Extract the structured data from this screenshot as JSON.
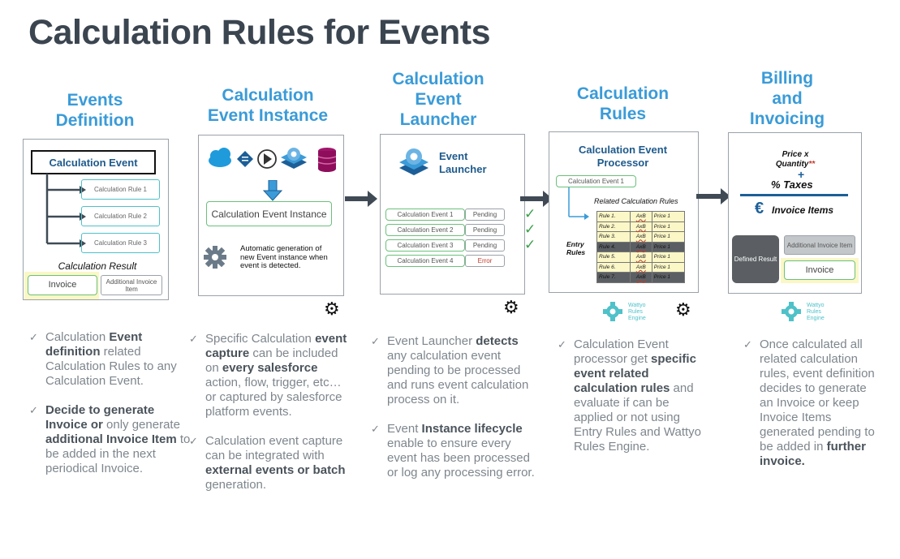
{
  "page": {
    "title": "Calculation Rules for Events"
  },
  "columns": [
    {
      "header": [
        "Events",
        "Definition"
      ]
    },
    {
      "header": [
        "Calculation",
        "Event Instance"
      ]
    },
    {
      "header": [
        "Calculation",
        "Event",
        "Launcher"
      ]
    },
    {
      "header": [
        "Calculation",
        "Rules"
      ]
    },
    {
      "header": [
        "Billing",
        "and",
        "Invoicing"
      ]
    }
  ],
  "col1": {
    "event_box": "Calculation Event",
    "rules": [
      "Calculation Rule 1",
      "Calculation Rule 2",
      "Calculation Rule 3"
    ],
    "result_label": "Calculation Result",
    "invoice": "Invoice",
    "additional": "Additional Invoice Item",
    "bullets": [
      [
        "Calculation ",
        "Event definition",
        " related Calculation Rules to any Calculation Event."
      ],
      [
        "",
        "Decide to generate Invoice or",
        " only generate ",
        "additional Invoice Item",
        " to be added in the next periodical Invoice."
      ]
    ]
  },
  "col2": {
    "instance_box": "Calculation Event Instance",
    "auto_text": "Automatic generation of new Event instance when event is detected.",
    "bullets": [
      [
        "Specific Calculation ",
        "event capture",
        " can be included on ",
        "every salesforce",
        " action, flow, trigger, etc… or captured by salesforce platform events."
      ],
      [
        "Calculation event capture can be integrated with ",
        "external events or batch",
        " generation."
      ]
    ]
  },
  "col3": {
    "launcher_title": "Event Launcher",
    "events": [
      {
        "name": "Calculation Event 1",
        "status": "Pending"
      },
      {
        "name": "Calculation Event 2",
        "status": "Pending"
      },
      {
        "name": "Calculation Event 3",
        "status": "Pending"
      },
      {
        "name": "Calculation Event 4",
        "status": "Error"
      }
    ],
    "bullets": [
      [
        "Event Launcher ",
        "detects",
        " any calculation event pending to be processed and runs event calculation process on it."
      ],
      [
        "Event ",
        "Instance lifecycle",
        " enable to ensure every event has been processed or log any processing error."
      ]
    ]
  },
  "col4": {
    "processor_title": "Calculation Event Processor",
    "event_box": "Calculation Event 1",
    "related_label": "Related Calculation Rules",
    "entry_rules": "Entry Rules",
    "rules": [
      {
        "rule": "Rule 1.",
        "op": "AxB",
        "price": "Price 1",
        "dark": false
      },
      {
        "rule": "Rule 2.",
        "op": "AxB",
        "price": "Price 1",
        "dark": false
      },
      {
        "rule": "Rule 3.",
        "op": "AxB",
        "price": "Price 1",
        "dark": false
      },
      {
        "rule": "Rule 4.",
        "op": "AxB",
        "price": "Price 1",
        "dark": true
      },
      {
        "rule": "Rule 5.",
        "op": "AxB",
        "price": "Price 1",
        "dark": false
      },
      {
        "rule": "Rule 6.",
        "op": "AxB",
        "price": "Price 1",
        "dark": false
      },
      {
        "rule": "Rule 7.",
        "op": "AxB",
        "price": "Price 1",
        "dark": true
      }
    ],
    "wattyo": "Wattyo Rules Engine",
    "bullets": [
      [
        "Calculation Event processor get ",
        "specific event related calculation rules",
        " and evaluate if can be applied or not using Entry Rules and Wattyo Rules Engine."
      ]
    ]
  },
  "col5": {
    "price_line": "Price x Quantity",
    "price_mark": "**",
    "plus": "+",
    "taxes": "% Taxes",
    "invoice_items": "Invoice Items",
    "defined_result": "Defined Result",
    "additional": "Additional Invoice Item",
    "invoice": "Invoice",
    "wattyo": "Wattyo Rules Engine",
    "bullets": [
      [
        "Once calculated all related calculation rules, event definition decides to generate an Invoice or keep Invoice Items generated pending to be added in ",
        "further invoice.",
        ""
      ]
    ]
  },
  "colors": {
    "accent": "#3a9bd8",
    "title": "#3b4550",
    "green": "#6cc07a",
    "bullet": "#7e868d",
    "error": "#c0392b"
  }
}
